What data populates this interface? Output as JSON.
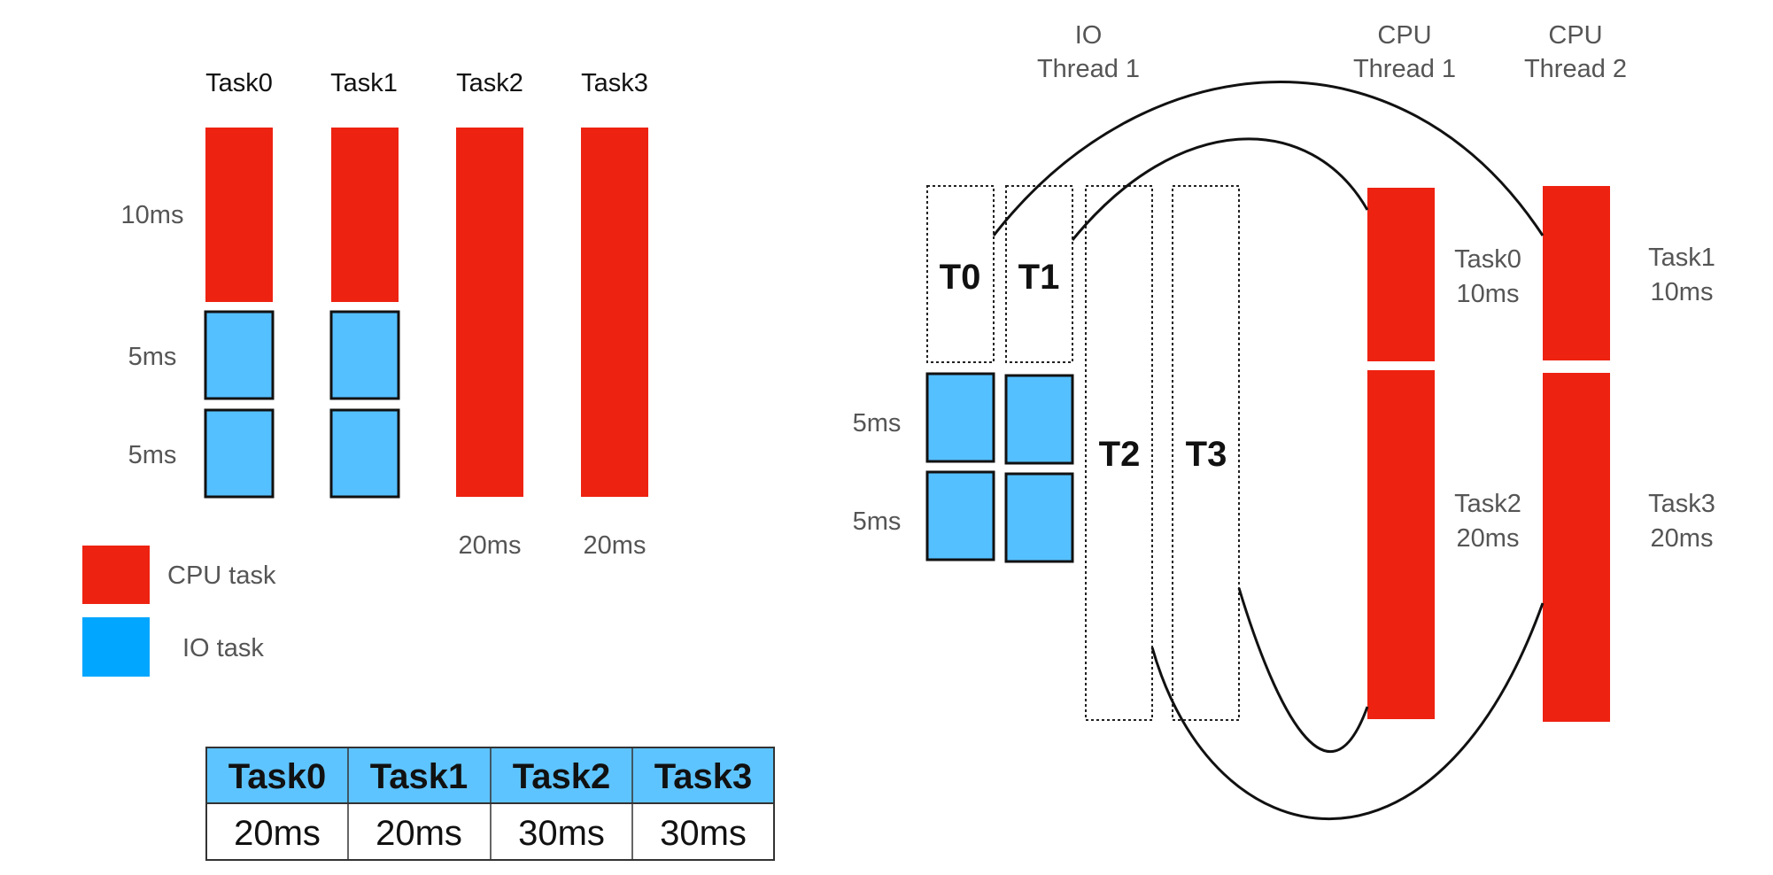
{
  "colors": {
    "cpu": "#ee2211",
    "io_block": "#55c0ff",
    "io_legend": "#00a6ff",
    "table_header": "#5ec4ff"
  },
  "left_panel": {
    "task_names": [
      "Task0",
      "Task1",
      "Task2",
      "Task3"
    ],
    "row_labels": [
      "10ms",
      "5ms",
      "5ms"
    ],
    "bottom_labels": [
      "20ms",
      "20ms"
    ],
    "tasks": [
      {
        "name": "Task0",
        "cpu_ms": 10,
        "io_ms": [
          5,
          5
        ]
      },
      {
        "name": "Task1",
        "cpu_ms": 10,
        "io_ms": [
          5,
          5
        ]
      },
      {
        "name": "Task2",
        "cpu_ms": 20,
        "io_ms": []
      },
      {
        "name": "Task3",
        "cpu_ms": 20,
        "io_ms": []
      }
    ]
  },
  "legend": {
    "cpu_label": "CPU task",
    "io_label": "IO task"
  },
  "table": {
    "headers": [
      "Task0",
      "Task1",
      "Task2",
      "Task3"
    ],
    "values": [
      "20ms",
      "20ms",
      "30ms",
      "30ms"
    ]
  },
  "right_panel": {
    "io_thread_title": [
      "IO",
      "Thread 1"
    ],
    "cpu_thread1_title": [
      "CPU",
      "Thread 1"
    ],
    "cpu_thread2_title": [
      "CPU",
      "Thread 2"
    ],
    "slot_labels": [
      "T0",
      "T1",
      "T2",
      "T3"
    ],
    "io_row_labels": [
      "5ms",
      "5ms"
    ],
    "cpu1_blocks": [
      {
        "task": "Task0",
        "duration": "10ms"
      },
      {
        "task": "Task2",
        "duration": "20ms"
      }
    ],
    "cpu2_blocks": [
      {
        "task": "Task1",
        "duration": "10ms"
      },
      {
        "task": "Task3",
        "duration": "20ms"
      }
    ]
  }
}
